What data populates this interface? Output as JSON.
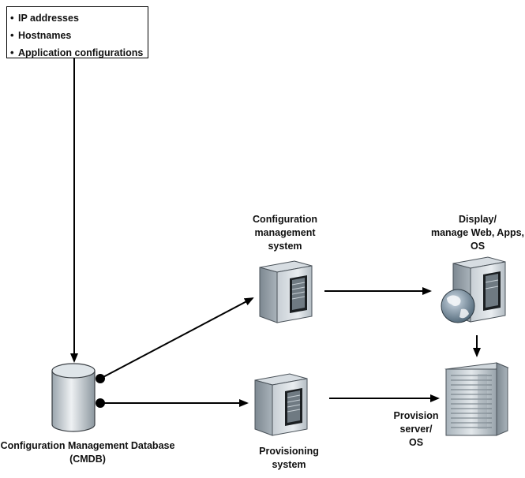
{
  "callout": {
    "items": [
      "IP addresses",
      "Hostnames",
      "Application configurations"
    ]
  },
  "labels": {
    "cmdb_line1": "Configuration Management Database",
    "cmdb_line2": "(CMDB)",
    "config_mgmt_line1": "Configuration",
    "config_mgmt_line2": "management",
    "config_mgmt_line3": "system",
    "provisioning_line1": "Provisioning",
    "provisioning_line2": "system",
    "display_line1": "Display/",
    "display_line2": "manage Web, Apps,",
    "display_line3": "OS",
    "provision_server_line1": "Provision",
    "provision_server_line2": "server/",
    "provision_server_line3": "OS"
  },
  "icons": {
    "cmdb": "database-cylinder-icon",
    "config_mgmt": "server-tower-icon",
    "provisioning": "server-tower-icon",
    "web_server": "globe-server-icon",
    "rack_server": "rack-server-icon"
  }
}
